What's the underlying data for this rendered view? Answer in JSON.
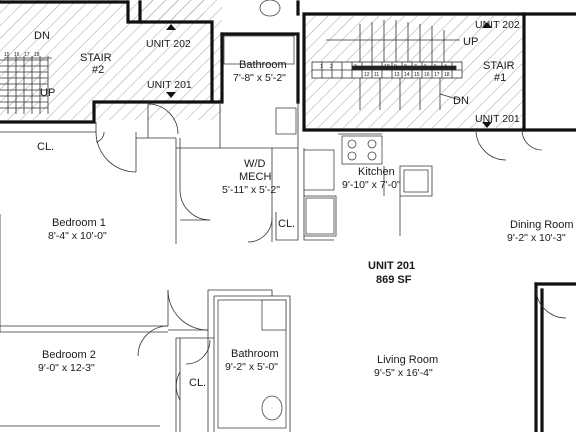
{
  "stair2": {
    "name": "STAIR",
    "number": "#2",
    "dn": "DN",
    "up": "UP",
    "unit_top": "UNIT 202",
    "unit_bottom": "UNIT 201",
    "treads": [
      "15",
      "16",
      "17",
      "18"
    ]
  },
  "stair1": {
    "name": "STAIR",
    "number": "#1",
    "dn": "DN",
    "up": "UP",
    "unit_top": "UNIT 202",
    "unit_bottom": "UNIT 201",
    "treads": [
      "12",
      "11",
      "10",
      "9",
      "8",
      "7",
      "6",
      "5",
      "4",
      "3",
      "2",
      "1",
      "13",
      "14",
      "15",
      "16",
      "17",
      "18"
    ]
  },
  "rooms": {
    "bathroom_top": {
      "name": "Bathroom",
      "dim": "7'-8\" x 5'-2\""
    },
    "wd_mech": {
      "name_line1": "W/D",
      "name_line2": "MECH",
      "dim": "5'-11\" x 5'-2\""
    },
    "kitchen": {
      "name": "Kitchen",
      "dim": "9'-10\" x 7'-0\""
    },
    "dining": {
      "name": "Dining Room",
      "dim": "9'-2\" x 10'-3\""
    },
    "bedroom1": {
      "name": "Bedroom 1",
      "dim": "8'-4\" x 10'-0\""
    },
    "bedroom2": {
      "name": "Bedroom 2",
      "dim": "9'-0\" x 12-3\""
    },
    "bathroom_bottom": {
      "name": "Bathroom",
      "dim": "9'-2\" x 5'-0\""
    },
    "living": {
      "name": "Living Room",
      "dim": "9'-5\" x 16'-4\""
    },
    "closet_top": "CL.",
    "closet_mid": "CL.",
    "closet_bottom": "CL."
  },
  "unit": {
    "label": "UNIT 201",
    "area": "869 SF"
  }
}
